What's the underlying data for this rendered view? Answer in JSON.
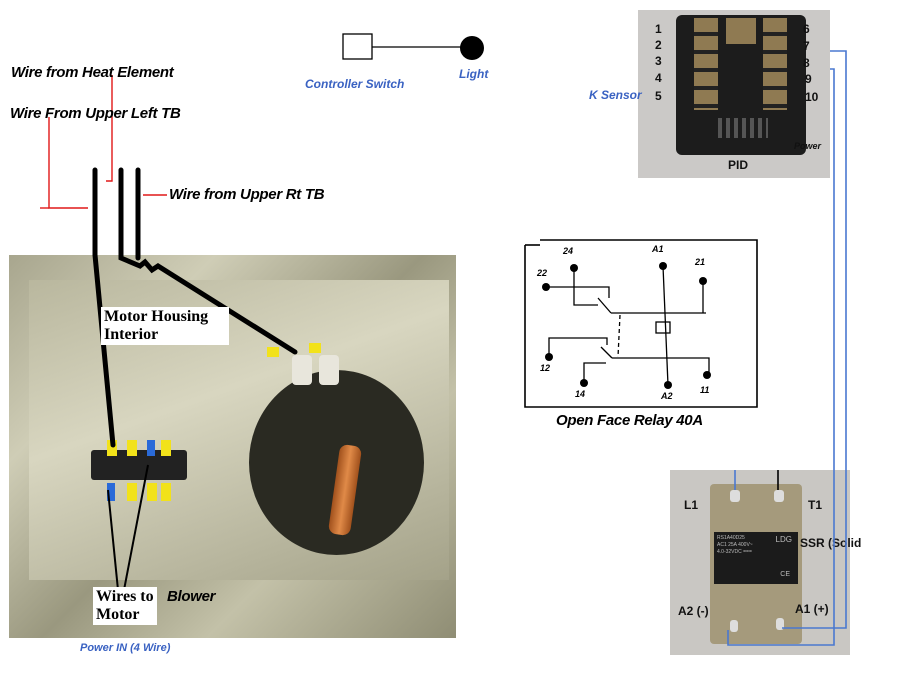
{
  "labels": {
    "heat_element": "Wire from Heat Element",
    "upper_left_tb": "Wire From Upper Left TB",
    "upper_rt_tb": "Wire from Upper Rt TB",
    "controller_switch": "Controller Switch",
    "light": "Light",
    "k_sensor": "K Sensor",
    "motor_housing_line1": "Motor Housing",
    "motor_housing_line2": "Interior",
    "wires_to_motor_line1": "Wires to",
    "wires_to_motor_line2": "Motor",
    "blower": "Blower",
    "power_in": "Power IN (4 Wire)",
    "relay_caption": "Open Face Relay 40A",
    "ssr": "SSR (Solid"
  },
  "pid": {
    "label": "PID",
    "power_label": "Power",
    "terminals_left": [
      "1",
      "2",
      "3",
      "4",
      "5"
    ],
    "terminals_right": [
      "6",
      "7",
      "8",
      "9",
      "10"
    ]
  },
  "relay": {
    "terminals": [
      "24",
      "22",
      "A1",
      "21",
      "12",
      "14",
      "A2",
      "11"
    ]
  },
  "ssr_module": {
    "l1": "L1",
    "t1": "T1",
    "a2": "A2 (-)",
    "a1": "A1 (+)",
    "model_line1": "RS1A40D25",
    "model_line2": "AC1 25A 400V~",
    "model_line3": "4.0-32VDC ===",
    "brand": "LDG",
    "ce": "CE"
  },
  "colors": {
    "wire_blue": "#4a78d0",
    "wire_red": "#e01818",
    "wire_yellow": "#f0e020",
    "label_blue": "#3a62c2"
  }
}
